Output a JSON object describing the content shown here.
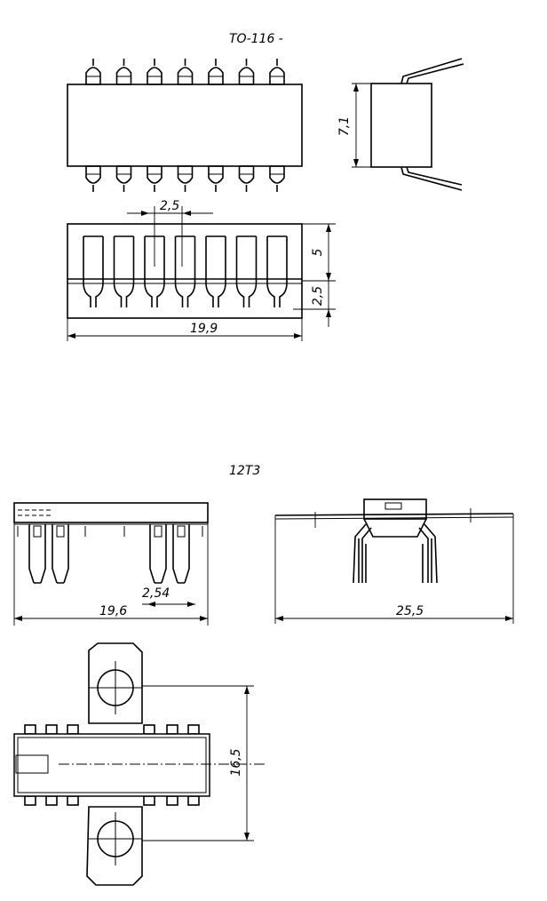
{
  "titles": {
    "top": "ТО-116 -",
    "bottom": "12Т3"
  },
  "dimensions": {
    "height_side": "7,1",
    "pitch_top": "2,5",
    "body_height": "5",
    "lead_length": "2,5",
    "length_top": "19,9",
    "pitch_bottom": "2,54",
    "length_bottom": "19,6",
    "width_bottom": "25,5",
    "height_bottom": "16,5"
  }
}
